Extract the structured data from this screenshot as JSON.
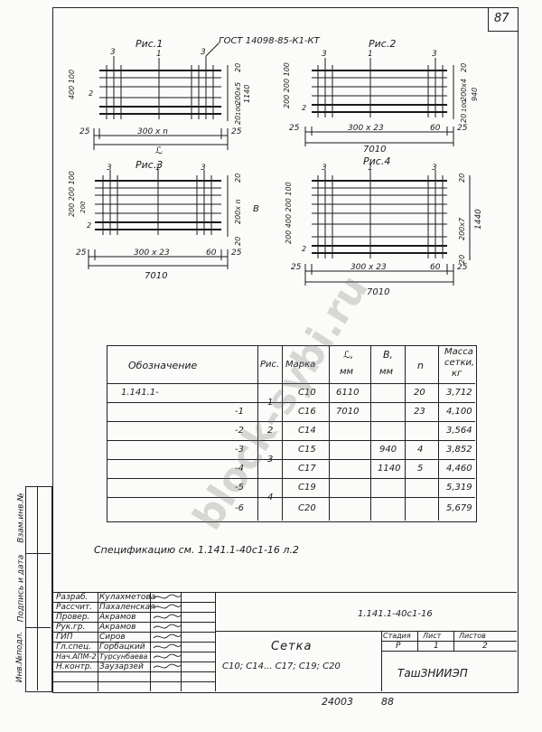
{
  "sheet": {
    "number": "87",
    "bottom_code": "24003",
    "bottom_page": "88"
  },
  "figures": {
    "fig1": {
      "title": "Рис.1",
      "standard": "ГОСТ 14098-85-К1-КТ",
      "callouts": [
        "3",
        "1",
        "3"
      ],
      "left_dims": "400 100",
      "left_dim2": "2",
      "right_dims": [
        "20",
        "200x5",
        "100",
        "1140",
        "20"
      ],
      "bottom": [
        "25",
        "300 x n",
        "25"
      ],
      "length": "ℒ"
    },
    "fig2": {
      "title": "Рис.2",
      "callouts": [
        "3",
        "1",
        "3"
      ],
      "left_dims": "200 200 100",
      "left_dim2": "2",
      "right_dims": [
        "20",
        "200x4",
        "100",
        "940",
        "20"
      ],
      "bottom": [
        "25",
        "300 x 23",
        "60",
        "25"
      ],
      "length": "7010"
    },
    "fig3": {
      "title": "Рис.3",
      "callouts": [
        "3",
        "1",
        "3"
      ],
      "left_dims": "200 200 100",
      "left_dim2": "200",
      "left_dim3": "2",
      "right_dims": [
        "20",
        "200x n",
        "B",
        "20"
      ],
      "bottom": [
        "25",
        "300 x 23",
        "60",
        "25"
      ],
      "length": "7010"
    },
    "fig4": {
      "title": "Рис.4",
      "callouts": [
        "3",
        "1",
        "3"
      ],
      "left_dims": "200 400 200 100",
      "left_dim2": "2",
      "right_dims": [
        "20",
        "200x7",
        "1440",
        "20"
      ],
      "bottom": [
        "25",
        "300 x 23",
        "60",
        "25"
      ],
      "length": "7010"
    }
  },
  "watermark": "block-sybi.ru",
  "spec_table": {
    "headers": {
      "designation": "Обозначение",
      "fig": "Рис.",
      "mark": "Марка",
      "L": "ℒ,",
      "L_unit": "мм",
      "B": "В,",
      "B_unit": "мм",
      "n": "n",
      "mass": "Масса",
      "mass2": "сетки,",
      "mass_unit": "кг"
    },
    "rows": [
      {
        "designation": "1.141.1-",
        "fig": "1",
        "mark": "С10",
        "L": "6110",
        "B": "",
        "n": "20",
        "mass": "3,712"
      },
      {
        "designation": "-1",
        "fig": "",
        "mark": "С16",
        "L": "7010",
        "B": "",
        "n": "23",
        "mass": "4,100"
      },
      {
        "designation": "-2",
        "fig": "2",
        "mark": "С14",
        "L": "",
        "B": "",
        "n": "",
        "mass": "3,564"
      },
      {
        "designation": "-3",
        "fig": "3",
        "mark": "С15",
        "L": "",
        "B": "940",
        "n": "4",
        "mass": "3,852"
      },
      {
        "designation": "-4",
        "fig": "",
        "mark": "С17",
        "L": "",
        "B": "1140",
        "n": "5",
        "mass": "4,460"
      },
      {
        "designation": "-5",
        "fig": "4",
        "mark": "С19",
        "L": "",
        "B": "",
        "n": "",
        "mass": "5,319"
      },
      {
        "designation": "-6",
        "fig": "",
        "mark": "С20",
        "L": "",
        "B": "",
        "n": "",
        "mass": "5,679"
      }
    ]
  },
  "spec_note": "Спецификацию  см. 1.141.1-40с1-16 л.2",
  "side_labels": {
    "a": "Взам.инв.№",
    "b": "Подпись и дата",
    "c": "Инв.№подл."
  },
  "title_block": {
    "doc_code": "1.141.1-40с1-16",
    "roles": [
      {
        "role": "Разраб.",
        "name": "Кулахметова"
      },
      {
        "role": "Рассчит.",
        "name": "Пахаленская"
      },
      {
        "role": "Провер.",
        "name": "Акрамов"
      },
      {
        "role": "Рук.гр.",
        "name": "Акрамов"
      },
      {
        "role": "ГИП",
        "name": "Сиров"
      },
      {
        "role": "Гл.спец.",
        "name": "Горбацкий"
      },
      {
        "role": "Нач.АПМ-2",
        "name": "Турсунбаева"
      },
      {
        "role": "Н.контр.",
        "name": "Заузарзей"
      }
    ],
    "name": "Сетка",
    "marks": "С10; С14... С17; С19; С20",
    "stage_label": "Стадия",
    "sheet_label": "Лист",
    "sheets_label": "Листов",
    "stage": "Р",
    "sheet": "1",
    "sheets": "2",
    "org": "ТашЗНИИЭП"
  }
}
